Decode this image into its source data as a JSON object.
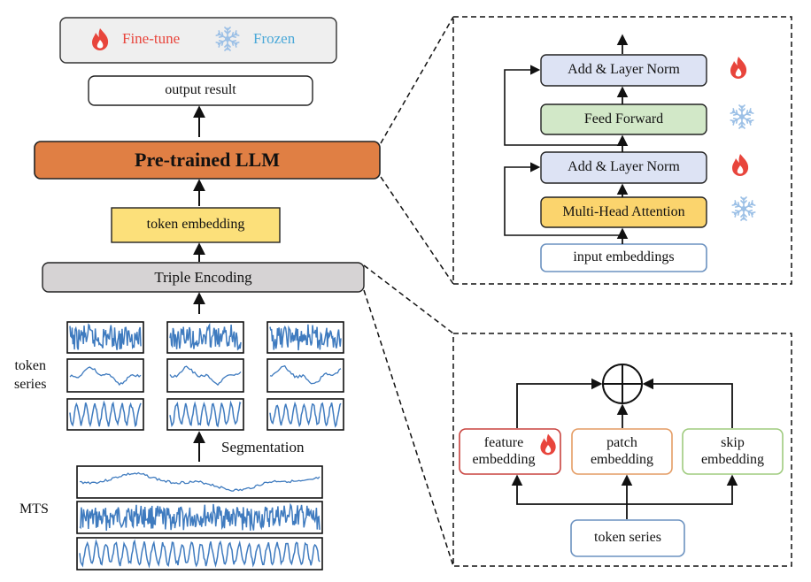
{
  "legend": {
    "finetune_label": "Fine-tune",
    "frozen_label": "Frozen",
    "finetune_icon": "fire-icon",
    "frozen_icon": "snowflake-icon",
    "finetune_color": "#e8453c",
    "frozen_color": "#4aa8d8"
  },
  "main": {
    "output": "output result",
    "llm": "Pre-trained LLM",
    "token_embedding": "token embedding",
    "triple_encoding": "Triple Encoding",
    "token_series_label": "token\nseries",
    "segmentation": "Segmentation",
    "mts": "MTS"
  },
  "transformer": {
    "add_norm_top": "Add & Layer Norm",
    "feed_forward": "Feed Forward",
    "add_norm_bottom": "Add & Layer Norm",
    "attention": "Multi-Head Attention",
    "input": "input embeddings"
  },
  "encoding": {
    "feature": "feature\nembedding",
    "patch": "patch\nembedding",
    "skip": "skip\nembedding",
    "token_series": "token series"
  },
  "colors": {
    "llm_fill": "#e07f44",
    "token_embedding_fill": "#fce07a",
    "triple_fill": "#d6d3d4",
    "legend_fill": "#efefef",
    "addnorm_fill": "#dde3f4",
    "feedforward_fill": "#d2e8c8",
    "attention_fill": "#fbd46d",
    "input_border": "#6c92c0",
    "feature_border": "#c8423e",
    "patch_border": "#e49c64",
    "skip_border": "#9fcb7e",
    "signal": "#3f7bbf"
  }
}
